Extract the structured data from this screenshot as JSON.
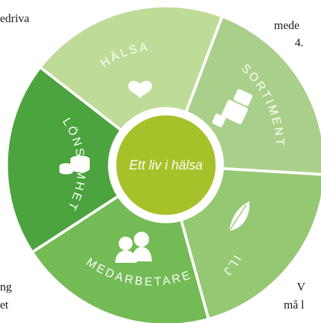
{
  "background_text": {
    "top_left": "edriva",
    "top_right": "mede",
    "top_right_2": "4.",
    "bottom_left": "ng",
    "bottom_left_2": "et",
    "bottom_right": "V",
    "bottom_right_2": "må l"
  },
  "wheel": {
    "center_label": "Ett liv i hälsa",
    "center_color": "#a6c22a",
    "segments": [
      {
        "label": "HÄLSA",
        "icon": "heart-icon",
        "color": "#bedc97"
      },
      {
        "label": "SORTIMENT",
        "icon": "shopping-bag-icon",
        "color": "#a9d08a"
      },
      {
        "label": "MILJÖ",
        "icon": "leaf-icon",
        "color": "#95c872"
      },
      {
        "label": "MEDARBETARE",
        "icon": "people-icon",
        "color": "#73bb55"
      },
      {
        "label": "LÖNSAMHET",
        "icon": "coin-stack-icon",
        "color": "#4ba43d"
      }
    ]
  }
}
